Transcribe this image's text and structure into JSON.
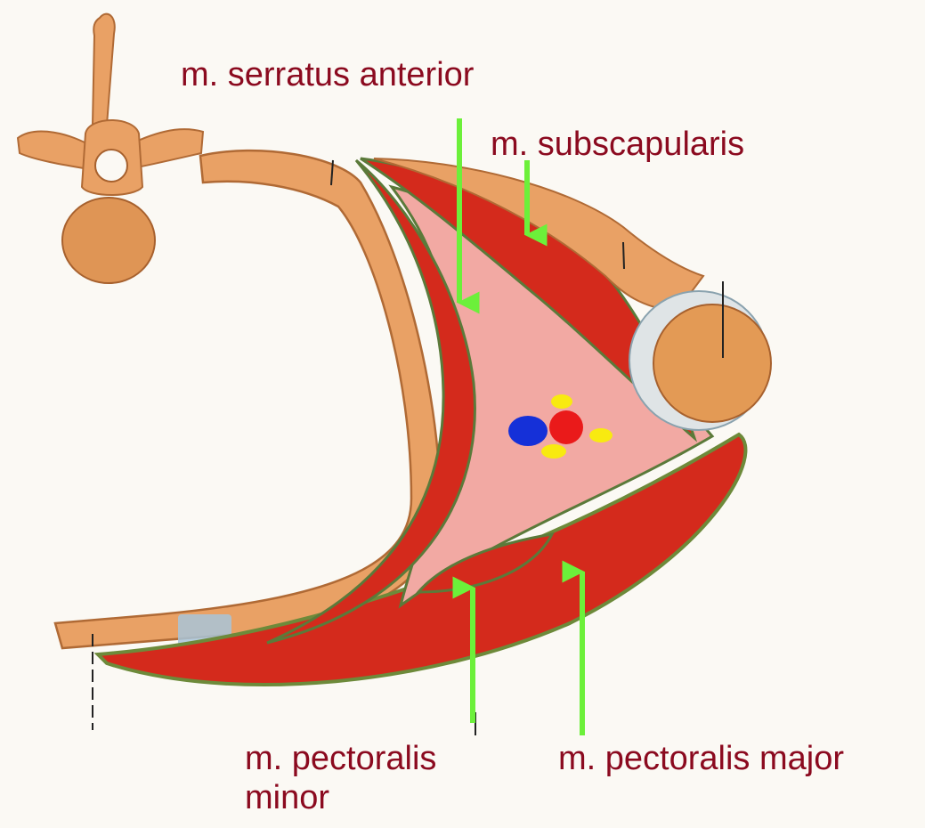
{
  "labels": {
    "serratus_anterior": "m. serratus anterior",
    "subscapularis": "m. subscapularis",
    "pectoralis_minor_line1": "m. pectoralis",
    "pectoralis_minor_line2": "minor",
    "pectoralis_major": "m. pectoralis major"
  },
  "colors": {
    "label_text": "#8b0a1f",
    "arrow": "#6cf03a",
    "bone": "#e9a165",
    "bone_dark": "#c9763a",
    "muscle": "#d42a1c",
    "muscle_dark": "#9e170e",
    "axilla_fill": "#f2a9a3",
    "fascia": "#5b7a3a",
    "vein": "#1530d8",
    "artery": "#ea1a1a",
    "nerve": "#f8ea10",
    "cartilage": "#a8c4d8",
    "pointer_line": "#222222"
  }
}
